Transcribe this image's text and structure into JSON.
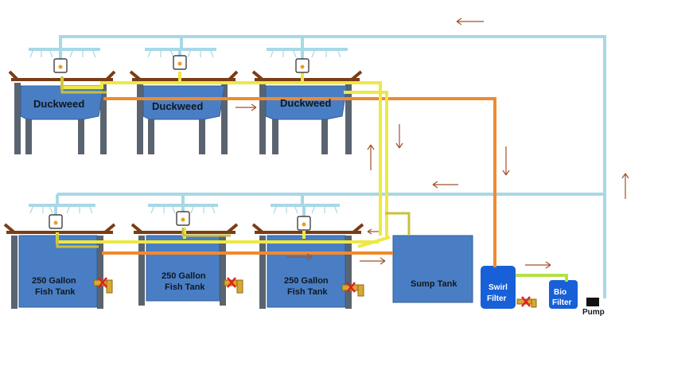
{
  "duckweed_label": "Duckweed",
  "fish_tank_line1": "250 Gallon",
  "fish_tank_line2": "Fish Tank",
  "sump_label": "Sump Tank",
  "swirl_line1": "Swirl",
  "swirl_line2": "Filter",
  "bio_line1": "Bio",
  "bio_line2": "Filter",
  "pump_label": "Pump",
  "colors": {
    "supply_pipe": "#a8d8e6",
    "drain_pipe": "#f08a30",
    "overflow_pipe": "#eee845",
    "tank_blue": "#4a7ec4",
    "stand": "#5a6470",
    "flow_arrow": "#a0522d",
    "link_pipe": "#b4e04a",
    "valve": "#d8a830",
    "shutoff_mark": "#e02020"
  },
  "icons": [
    "spray-nozzle-icon",
    "flow-arrow-icon",
    "valve-icon",
    "shutoff-x-icon",
    "pump-icon"
  ]
}
